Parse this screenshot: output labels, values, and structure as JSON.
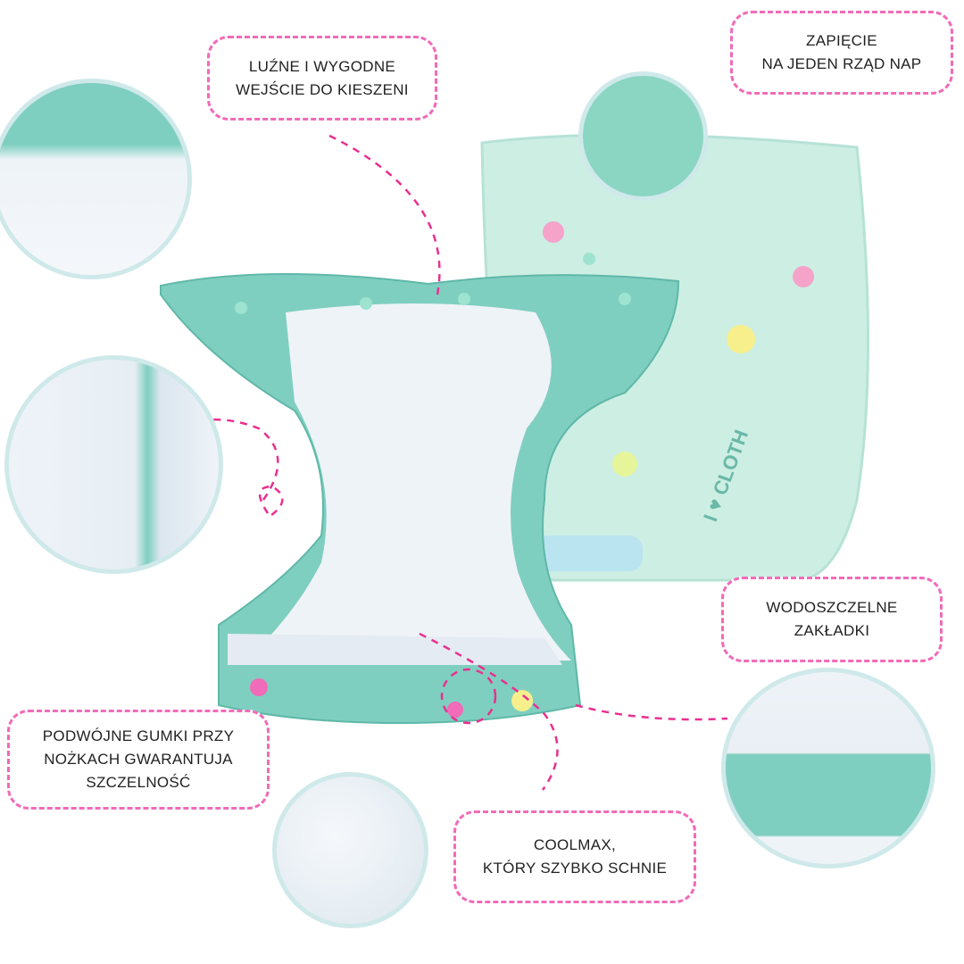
{
  "callouts": {
    "pocket": {
      "line1": "LUŹNE I WYGODNE",
      "line2": "WEJŚCIE DO KIESZENI"
    },
    "snaps": {
      "line1": "ZAPIĘCIE",
      "line2": "NA JEDEN RZĄD NAP"
    },
    "waterproof": {
      "line1": "WODOSZCZELNE",
      "line2": "ZAKŁADKI"
    },
    "elastics": {
      "line1": "PODWÓJNE GUMKI PRZY",
      "line2": "NOŻKACH GWARANTUJA",
      "line3": "SZCZELNOŚĆ"
    },
    "coolmax": {
      "line1": "COOLMAX,",
      "line2": "KTÓRY SZYBKO SCHNIE"
    }
  },
  "print_text": "I ♥ CLOTH",
  "colors": {
    "accent": "#f06bb8",
    "mint": "#7fcfc0",
    "inner": "#eef3f8"
  }
}
